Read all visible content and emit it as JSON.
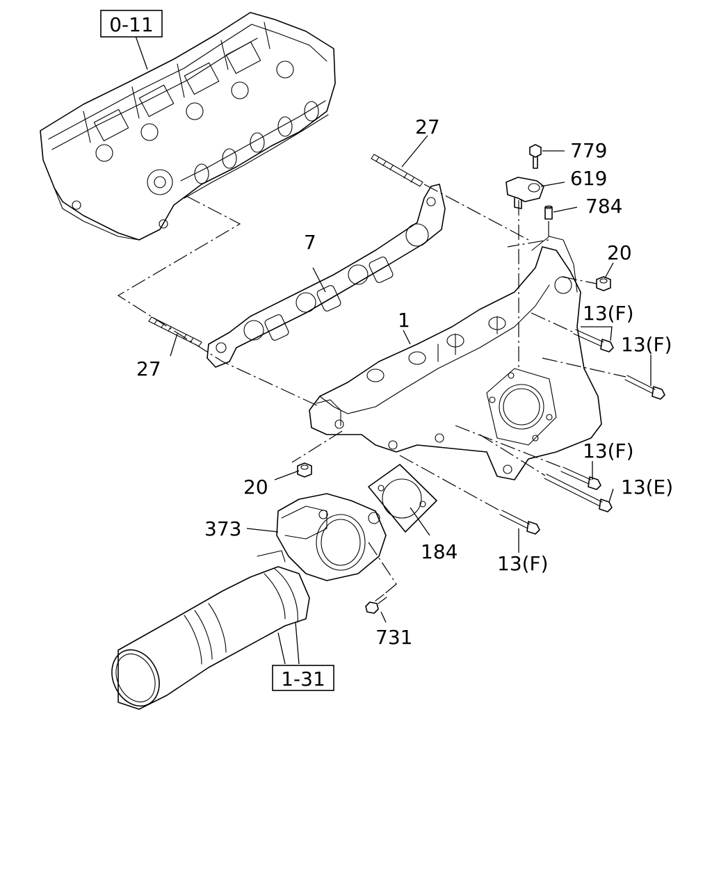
{
  "callouts": {
    "p0_11": "0-11",
    "p27_top": "27",
    "p27_bottom": "27",
    "p779": "779",
    "p619": "619",
    "p784": "784",
    "p7": "7",
    "p20_right": "20",
    "p1": "1",
    "p13F_a": "13(F)",
    "p13F_b": "13(F)",
    "p13F_c": "13(F)",
    "p13E": "13(E)",
    "p20_left": "20",
    "p373": "373",
    "p184": "184",
    "p13F_d": "13(F)",
    "p731": "731",
    "p1_31": "1-31"
  }
}
